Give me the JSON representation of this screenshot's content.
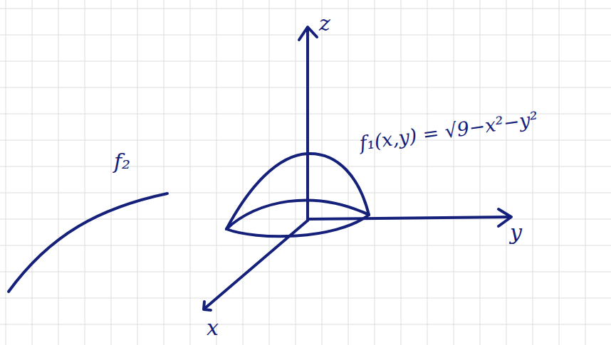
{
  "diagram": {
    "labels": [
      "z",
      "y",
      "x",
      "f₁(x,y) = √9−x²−y²",
      "f₂"
    ]
  }
}
